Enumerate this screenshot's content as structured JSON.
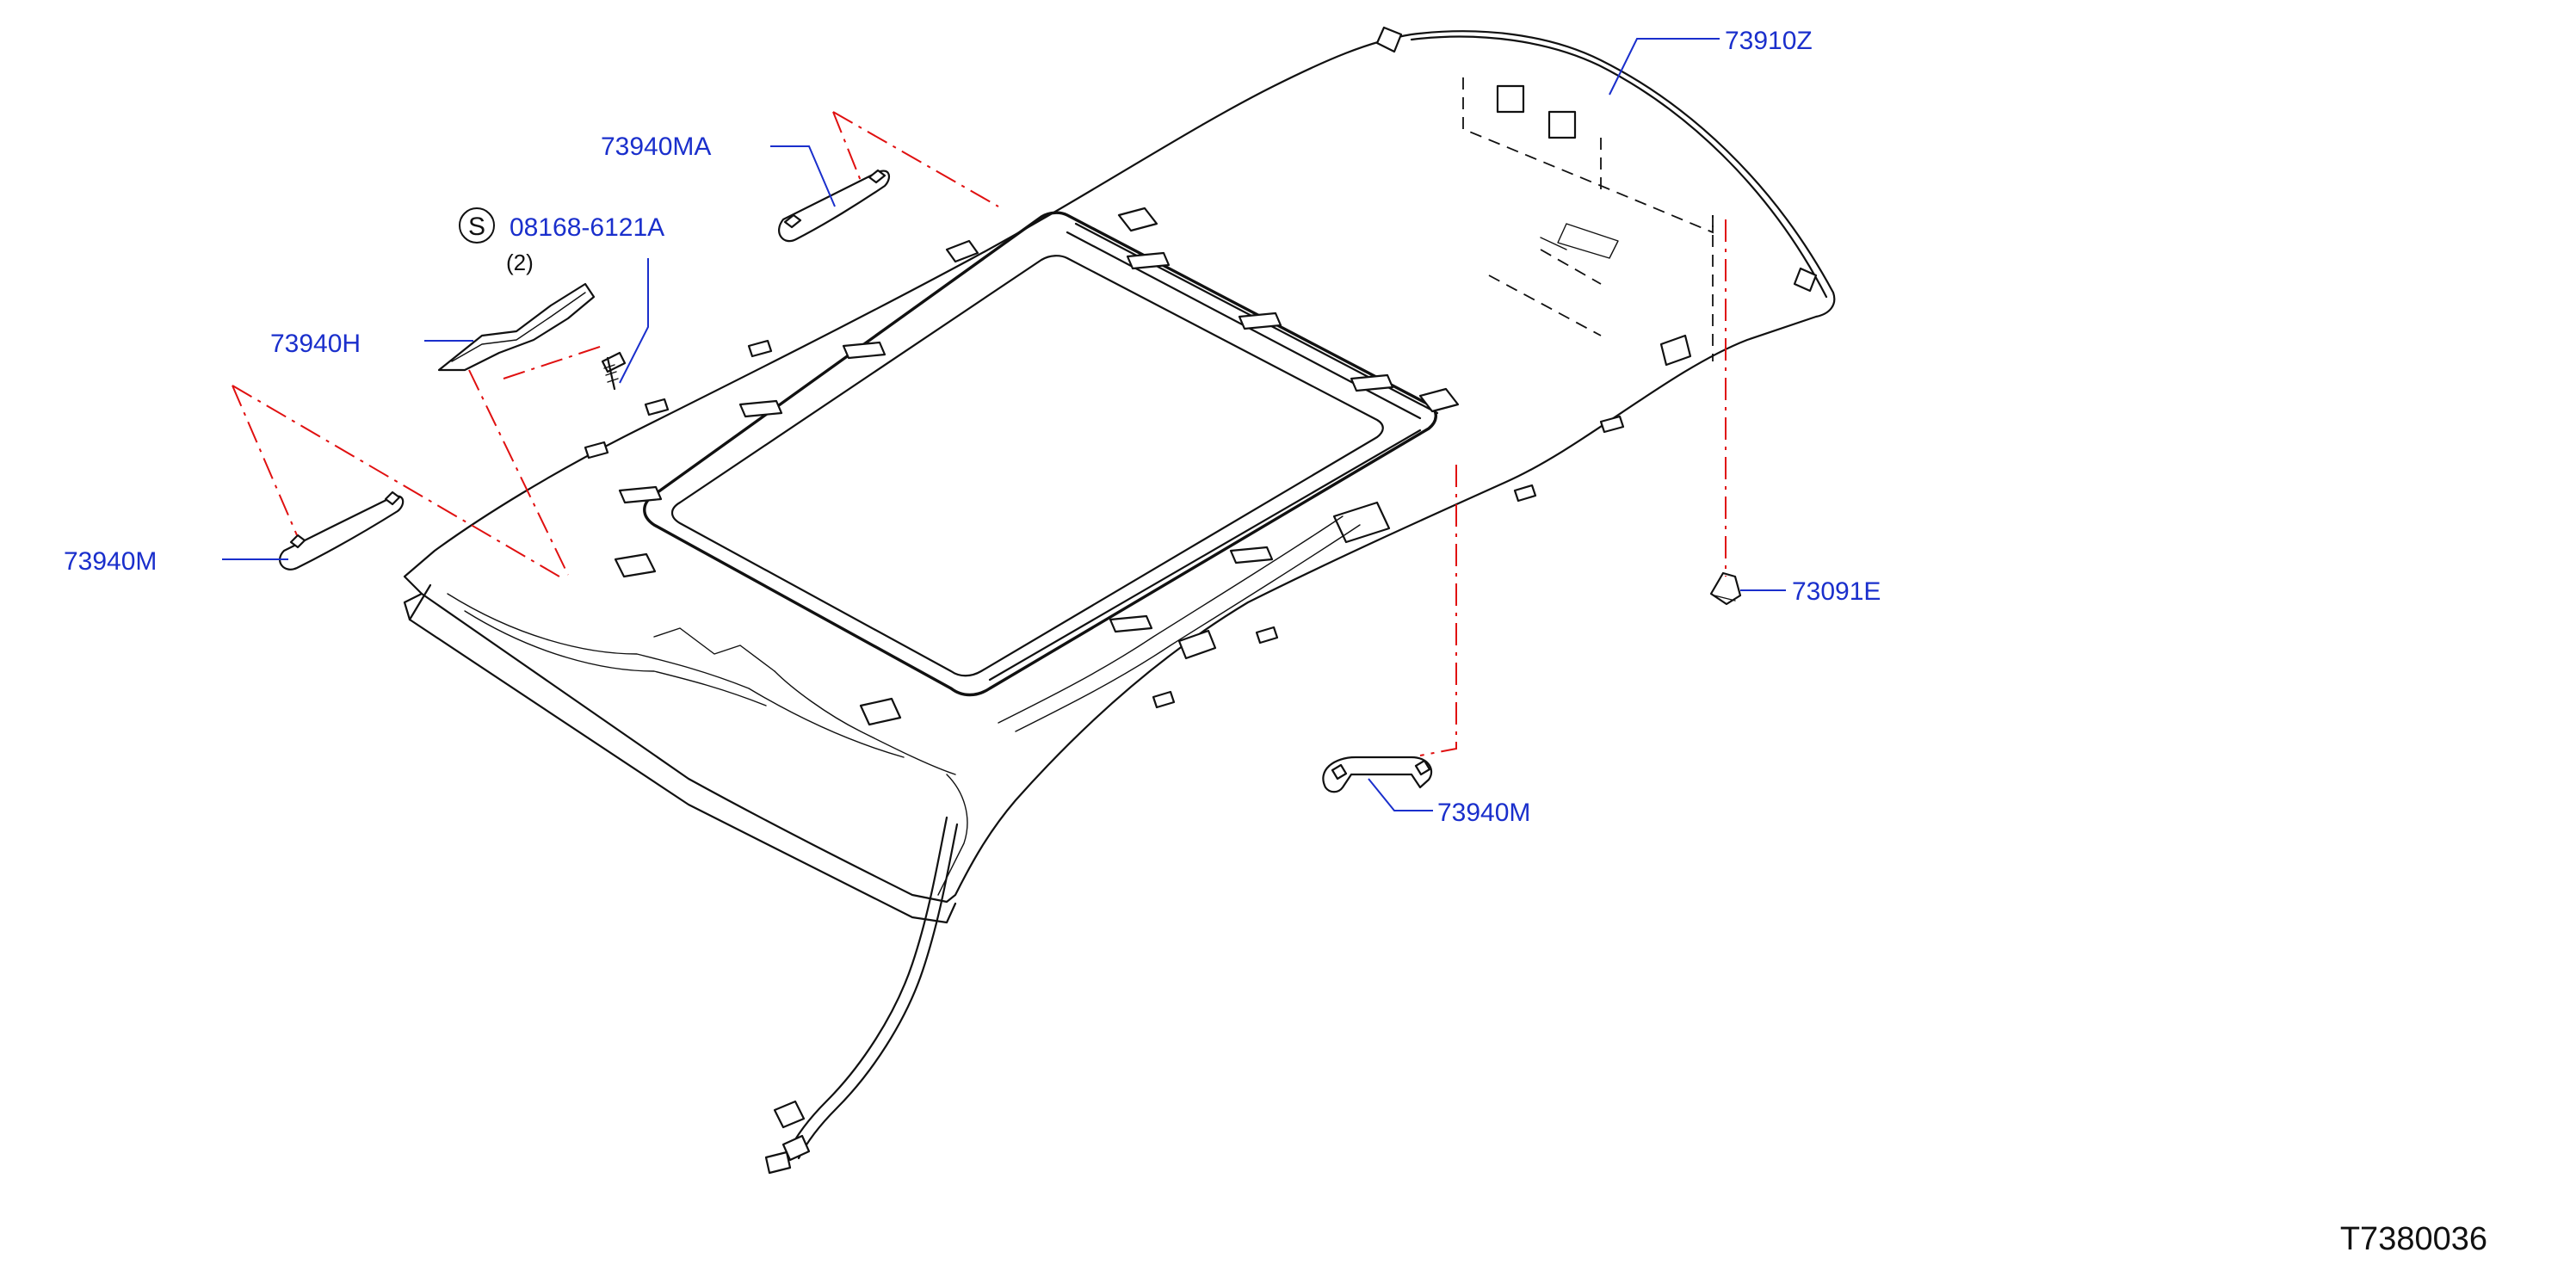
{
  "diagram": {
    "code": "T7380036",
    "parts": [
      {
        "id": "p73910Z",
        "number": "73910Z"
      },
      {
        "id": "p73940MA",
        "number": "73940MA"
      },
      {
        "id": "p08168",
        "number": "08168-6121A",
        "standard_mark": "S",
        "quantity": "(2)"
      },
      {
        "id": "p73940H",
        "number": "73940H"
      },
      {
        "id": "p73940M_left",
        "number": "73940M"
      },
      {
        "id": "p73091E",
        "number": "73091E"
      },
      {
        "id": "p73940M_rear",
        "number": "73940M"
      }
    ]
  },
  "colors": {
    "label_text": "#1a2fcc",
    "leader_line": "#1a2fcc",
    "centerline": "#e01010",
    "drawing_ink": "#111111",
    "background": "#ffffff"
  },
  "icons": [
    "standard-part-circle-icon"
  ]
}
